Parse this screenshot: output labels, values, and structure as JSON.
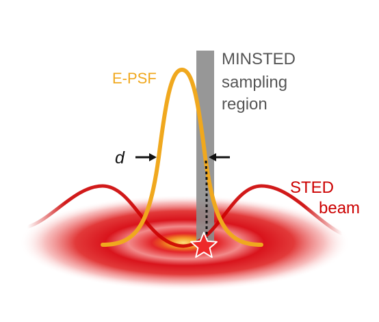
{
  "labels": {
    "epsf": "E-PSF",
    "minsted_line1": "MINSTED",
    "minsted_line2": "sampling",
    "minsted_line3": "region",
    "d": "d",
    "sted_line1": "STED",
    "sted_line2": "beam"
  },
  "colors": {
    "epsf": "#f0a81e",
    "sted": "#cc0000",
    "sampling_region": "#8c8c8c",
    "star": "#ee2a2a",
    "label_gray": "#555555",
    "arrow": "#111111"
  },
  "icons": {
    "emitter": "star-icon",
    "width_markers": "arrow-icon"
  }
}
